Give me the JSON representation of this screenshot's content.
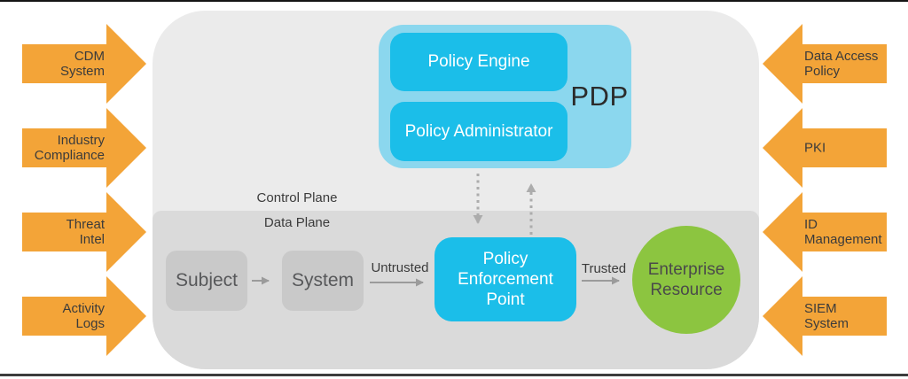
{
  "colors": {
    "input_arrow_orange": "#f3a438",
    "node_cyan": "#1bbee9",
    "pdp_light_blue": "#8bd7ee",
    "resource_green": "#8cc540",
    "control_plane_gray": "#ebebeb",
    "data_plane_gray": "#dadada",
    "gray_node": "#c9c9c9",
    "connector_gray": "#9b9b9b",
    "dashed_connector_gray": "#acacac"
  },
  "planes": {
    "control": "Control Plane",
    "data": "Data Plane"
  },
  "pdp": {
    "label": "PDP",
    "policy_engine": "Policy Engine",
    "policy_administrator": "Policy Administrator"
  },
  "nodes": {
    "subject": "Subject",
    "system": "System",
    "pep": "Policy\nEnforcement\nPoint",
    "resource": "Enterprise\nResource"
  },
  "edges": {
    "untrusted": "Untrusted",
    "trusted": "Trusted"
  },
  "left_inputs": [
    {
      "label": "CDM\nSystem"
    },
    {
      "label": "Industry\nCompliance"
    },
    {
      "label": "Threat\nIntel"
    },
    {
      "label": "Activity\nLogs"
    }
  ],
  "right_inputs": [
    {
      "label": "Data Access\nPolicy"
    },
    {
      "label": "PKI"
    },
    {
      "label": "ID\nManagement"
    },
    {
      "label": "SIEM\nSystem"
    }
  ]
}
